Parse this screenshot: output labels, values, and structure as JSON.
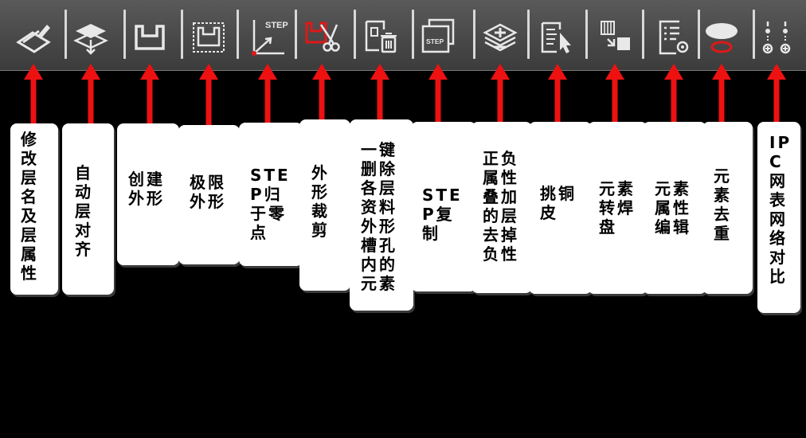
{
  "tools": [
    {
      "name": "edit-layer-icon",
      "label": "修改层名及层属性"
    },
    {
      "name": "align-layers-icon",
      "label": "自动层对齐"
    },
    {
      "name": "create-outline-icon",
      "label": "创建外形"
    },
    {
      "name": "limit-outline-icon",
      "label": "极限外形"
    },
    {
      "name": "step-origin-icon",
      "label": "STEP归于零点",
      "glyph": "STEP"
    },
    {
      "name": "outline-cut-icon",
      "label": "外形裁剪"
    },
    {
      "name": "delete-slot-elements-icon",
      "label": "一键删除各层资料外形槽孔内的元素"
    },
    {
      "name": "step-copy-icon",
      "label": "STEP复制",
      "glyph": "STEP"
    },
    {
      "name": "remove-negative-icon",
      "label": "正负属性叠加的层去掉负性"
    },
    {
      "name": "copper-peel-icon",
      "label": "挑铜皮"
    },
    {
      "name": "element-to-pad-icon",
      "label": "元素转焊盘"
    },
    {
      "name": "element-attribute-icon",
      "label": "元素属性编辑"
    },
    {
      "name": "remove-duplicate-icon",
      "label": "元素去重"
    },
    {
      "name": "ipc-netlist-compare-icon",
      "label": "IPC网表网络对比"
    }
  ],
  "colors": {
    "arrow": "#ee1111",
    "toolbar": "#4a4a4a",
    "card": "#ffffff",
    "background": "#000000"
  }
}
